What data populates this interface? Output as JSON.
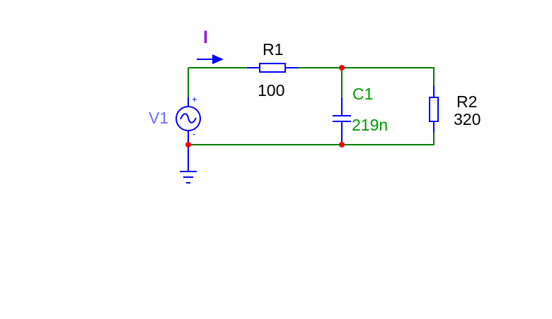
{
  "colors": {
    "background": "#ffffff",
    "wire": "#008000",
    "component": "#0000ff",
    "node": "#ff0000",
    "current_label": "#8b1fd6",
    "source_label": "#6b6bff",
    "capacitor_label": "#009900",
    "resistor_label": "#000000"
  },
  "components": {
    "source": {
      "name": "V1",
      "plus_sign": "+",
      "minus_sign": "-",
      "icon": "ac-source-icon"
    },
    "r1": {
      "name": "R1",
      "value": "100"
    },
    "c1": {
      "name": "C1",
      "value": "219n"
    },
    "r2": {
      "name": "R2",
      "value": "320"
    },
    "ground": {
      "icon": "ground-icon"
    }
  },
  "current": {
    "label": "I",
    "icon": "arrow-right-icon"
  }
}
